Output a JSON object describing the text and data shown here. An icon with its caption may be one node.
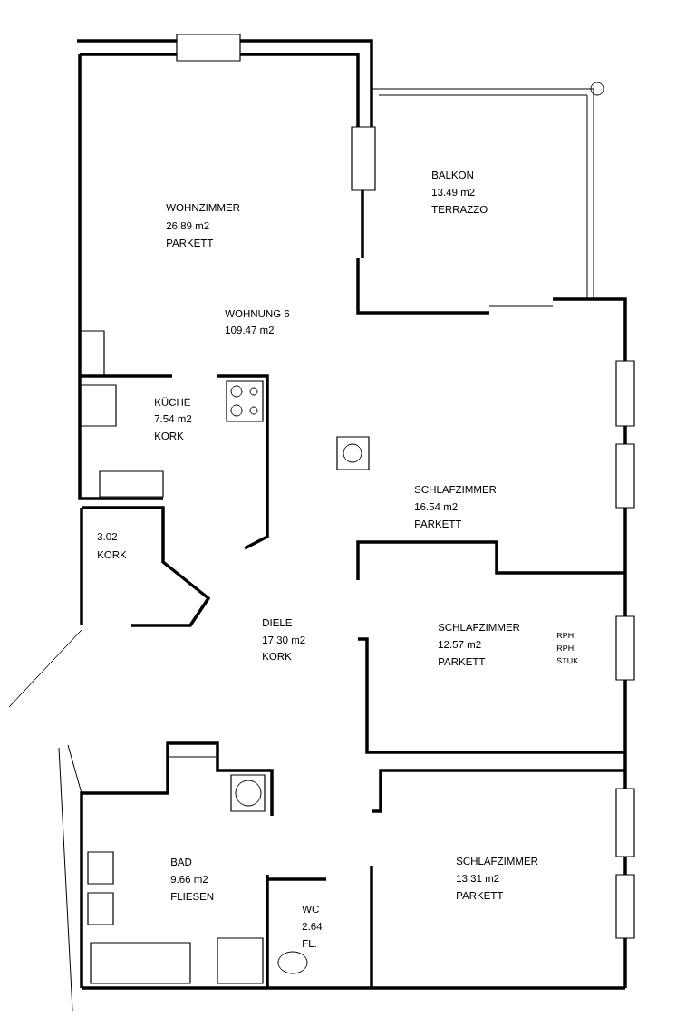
{
  "diagram": {
    "labels": [
      "WOHNZIMMER",
      "26.89 m2",
      "PARKETT",
      "BALKON",
      "13.49 m2",
      "TERRAZZO",
      "WOHNUNG 6",
      "109.47 m2",
      "KÜCHE",
      "7.54 m2",
      "KORK",
      "SCHLAFZIMMER",
      "16.54 m2",
      "PARKETT",
      "3.02",
      "KORK",
      "DIELE",
      "17.30 m2",
      "KORK",
      "SCHLAFZIMMER",
      "12.57 m2",
      "PARKETT",
      "RPH",
      "RPH",
      "STUK",
      "BAD",
      "9.66 m2",
      "FLIESEN",
      "WC",
      "2.64",
      "FL.",
      "SCHLAFZIMMER",
      "13.31 m2",
      "PARKETT"
    ]
  }
}
